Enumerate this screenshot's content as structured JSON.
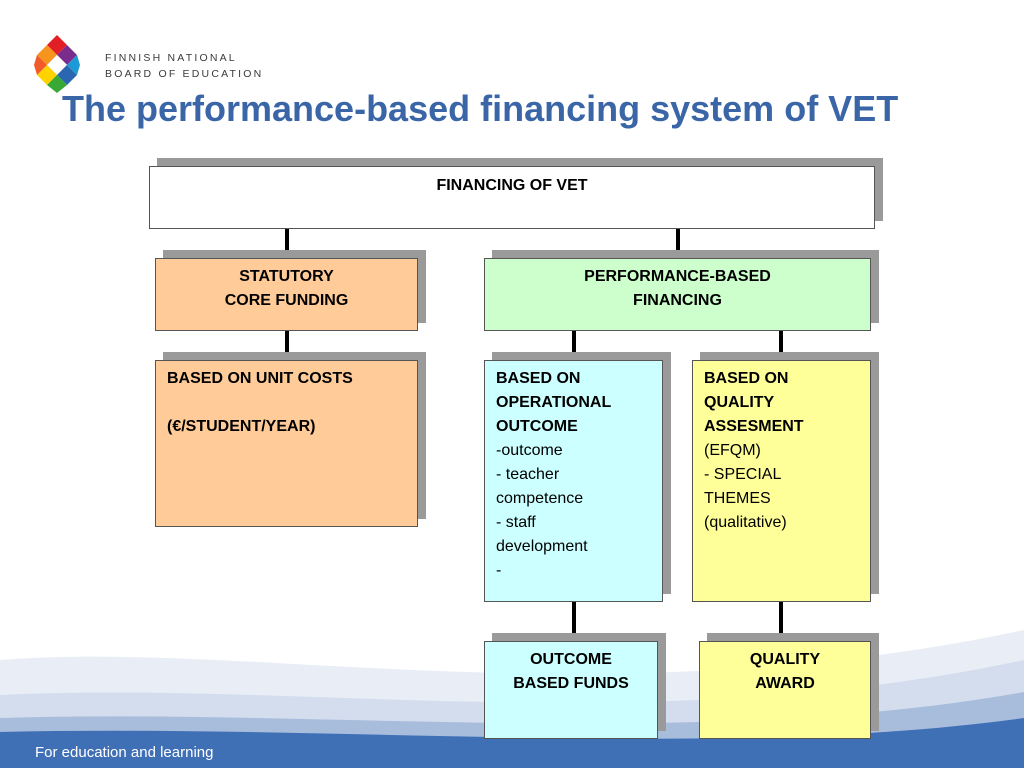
{
  "header": {
    "org_line1": "FINNISH NATIONAL",
    "org_line2": "BOARD OF EDUCATION",
    "title": "The performance-based financing system of VET"
  },
  "footer": {
    "tagline": "For education and learning"
  },
  "diagram": {
    "root": {
      "label": "FINANCING OF VET"
    },
    "statutory": {
      "line1": "STATUTORY",
      "line2": "CORE FUNDING"
    },
    "performance": {
      "line1": "PERFORMANCE-BASED",
      "line2": "FINANCING"
    },
    "unit_costs": {
      "line1": "BASED ON UNIT COSTS",
      "line2": "(€/STUDENT/YEAR)"
    },
    "operational": {
      "heading": [
        "BASED ON",
        "OPERATIONAL",
        "OUTCOME"
      ],
      "items": [
        "-outcome",
        "- teacher",
        "competence",
        "- staff",
        "development",
        "-"
      ]
    },
    "quality": {
      "heading": [
        "BASED ON",
        "QUALITY",
        "ASSESMENT"
      ],
      "items": [
        "(EFQM)",
        "- SPECIAL",
        "THEMES",
        "(qualitative)"
      ]
    },
    "outcome_funds": {
      "line1": "OUTCOME",
      "line2": "BASED FUNDS"
    },
    "quality_award": {
      "line1": "QUALITY",
      "line2": "AWARD"
    }
  },
  "colors": {
    "title": "#3a66a8",
    "statutory_box": "#ffcc99",
    "performance_box": "#ccffcc",
    "operational_box": "#ccffff",
    "quality_box": "#ffff99",
    "wave_blue": "#3f6fb5"
  },
  "logo": {
    "icon": "diamond-logo-icon"
  }
}
